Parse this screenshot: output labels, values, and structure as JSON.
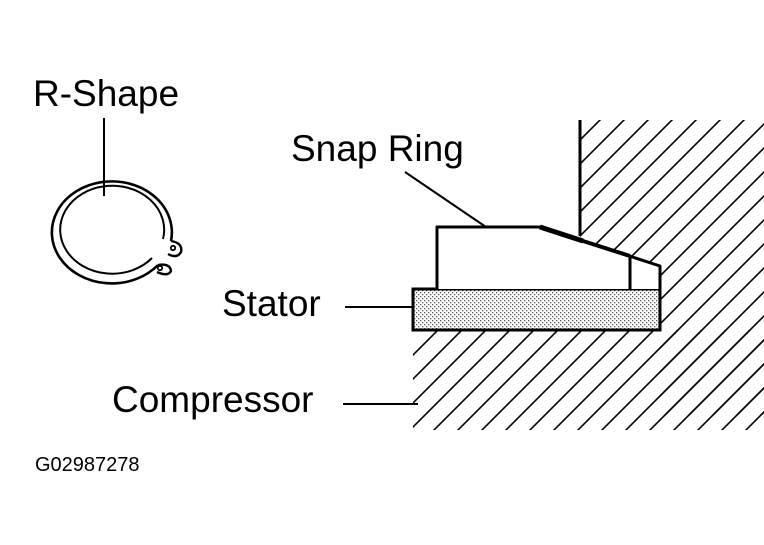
{
  "labels": {
    "r_shape": "R-Shape",
    "snap_ring": "Snap Ring",
    "stator": "Stator",
    "compressor": "Compressor",
    "figure_code": "G02987278"
  },
  "colors": {
    "ink": "#000000",
    "background": "#ffffff",
    "stipple": "#9a9a9a"
  }
}
